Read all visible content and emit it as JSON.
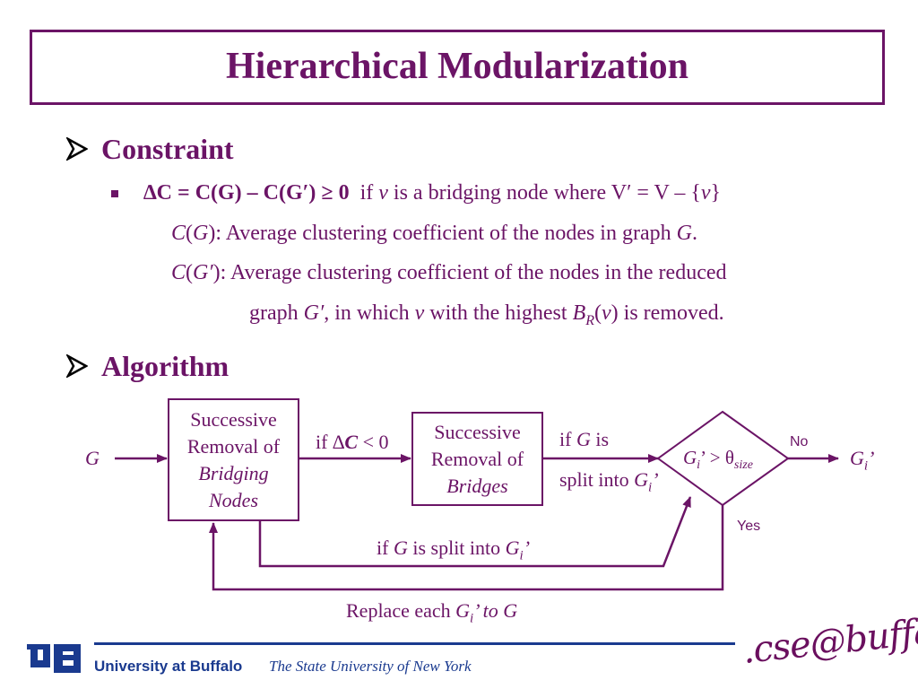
{
  "slide": {
    "title": "Hierarchical Modularization",
    "section1_heading": "Constraint",
    "section2_heading": "Algorithm",
    "formula": {
      "bold_part": "∆C = C(G) – C(G′) ≥ 0",
      "rest_a": "  if ",
      "v": "v",
      "rest_b": " is a bridging node where V′ = V – {",
      "v2": "v",
      "rest_c": "}"
    },
    "def1": {
      "a": "C",
      "b": "(",
      "c": "G",
      "d": "): Average clustering coefficient of the nodes in graph ",
      "e": "G",
      "f": "."
    },
    "def2": {
      "a": "C",
      "b": "(",
      "c": "G′",
      "d": "): Average clustering coefficient of the nodes in the reduced"
    },
    "def3": {
      "a": "graph ",
      "b": "G′",
      "c": ", in which ",
      "d": "v",
      "e": " with the highest ",
      "f": "B",
      "g": "R",
      "h": "(",
      "i": "v",
      "j": ") is removed."
    }
  },
  "diagram": {
    "input_label": "G",
    "box1_line1": "Successive",
    "box1_line2": "Removal of",
    "box1_line3": "Bridging",
    "box1_line4": "Nodes",
    "cond1_a": "if ∆",
    "cond1_b": "C",
    "cond1_c": " < 0",
    "box2_line1": "Successive",
    "box2_line2": "Removal of",
    "box2_line3": "Bridges",
    "cond2_a": "if ",
    "cond2_b": "G",
    "cond2_c": " is",
    "cond3_a": "split into ",
    "cond3_b": "G",
    "cond3_c": "i",
    "cond3_d": "’",
    "diamond_a": "G",
    "diamond_b": "i",
    "diamond_c": "’ > θ",
    "diamond_d": "size",
    "no_label": "No",
    "yes_label": "Yes",
    "output_a": "G",
    "output_b": "i",
    "output_c": "’",
    "loop1_a": "if ",
    "loop1_b": "G",
    "loop1_c": " is split into ",
    "loop1_d": "G",
    "loop1_e": "i",
    "loop1_f": "’",
    "loop2_a": "Replace each ",
    "loop2_b": "G",
    "loop2_c": "i",
    "loop2_d": "’ to ",
    "loop2_e": "G"
  },
  "footer": {
    "university": "University at Buffalo",
    "tagline": "The State University of New York",
    "logo_text": ".cse@buffalo"
  },
  "colors": {
    "primary": "#6b1466",
    "footer_blue": "#1a3a8f"
  }
}
